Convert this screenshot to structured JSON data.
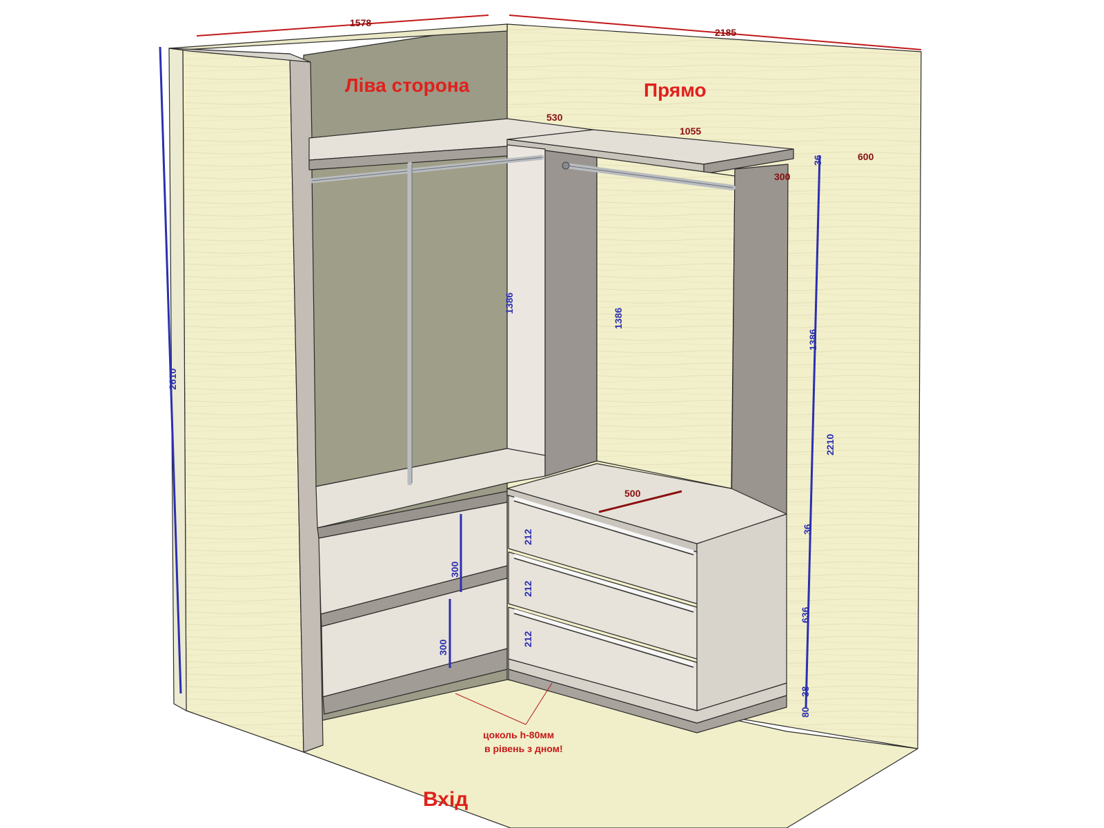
{
  "labels": {
    "left_side": "Ліва сторона",
    "straight": "Прямо",
    "entrance": "Вхід",
    "plinth_note_line1": "цоколь h-80мм",
    "plinth_note_line2": "в рівень з дном!"
  },
  "dimensions": {
    "left_wall_width": "1578",
    "right_wall_width": "2185",
    "room_height": "2610",
    "left_shelf_depth": "530",
    "right_shelf_length": "1055",
    "shelf_thickness_top": "36",
    "unit_depth": "600",
    "right_shelf_depth": "300",
    "hanging_height_left": "1386",
    "hanging_height_mid": "1386",
    "hanging_height_right": "1386",
    "total_height": "2210",
    "dresser_top_depth": "500",
    "dresser_top_thickness": "36",
    "dresser_height": "636",
    "drawer_1": "212",
    "drawer_2": "212",
    "drawer_3": "212",
    "left_drawer_1": "300",
    "left_drawer_2": "300",
    "bottom_thickness": "38",
    "plinth_height": "80"
  },
  "colors": {
    "wall_light": "#f1efc9",
    "wall_back": "#9b9b86",
    "panel_light": "#e7e3d8",
    "panel_side": "#b0a9a0",
    "panel_dark": "#8f8a84",
    "label_red": "#e0201c",
    "dim_blue": "#2b2fb0",
    "dim_dark_red": "#8a1010"
  }
}
